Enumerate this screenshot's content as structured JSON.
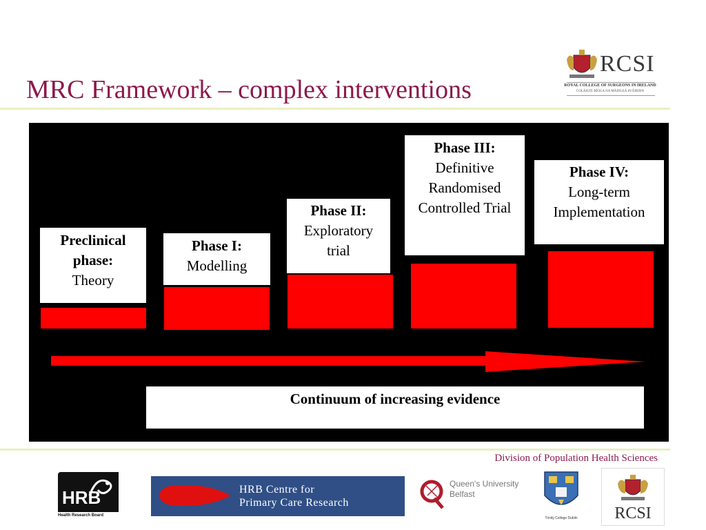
{
  "title": "MRC Framework – complex interventions",
  "logo": {
    "name": "RCSI",
    "line1": "ROYAL COLLEGE OF SURGEONS IN IRELAND",
    "line2": "COLÁISTE RÍOGA NA MÁINLEÁ IN ÉIRINN"
  },
  "colors": {
    "title": "#8c1a4b",
    "bars": "#ff0000",
    "panel": "#000000",
    "rule": "#e9efc2"
  },
  "phases": [
    {
      "heading": "Preclinical phase:",
      "body": "Theory"
    },
    {
      "heading": "Phase I:",
      "body": "Modelling"
    },
    {
      "heading": "Phase II:",
      "body": "Exploratory trial"
    },
    {
      "heading": "Phase III:",
      "body": "Definitive Randomised Controlled Trial"
    },
    {
      "heading": "Phase IV:",
      "body": "Long-term Implementation"
    }
  ],
  "arrow_caption": "Continuum of increasing evidence",
  "footer": {
    "division": "Division of Population Health Sciences",
    "logos": {
      "hrb": {
        "name": "HRB",
        "sub": "Health Research Board"
      },
      "hrb_centre": {
        "line1": "HRB Centre for",
        "line2": "Primary Care Research"
      },
      "qub": {
        "line1": "Queen's University",
        "line2": "Belfast"
      },
      "tcd": {
        "caption": "Trinity College Dublin"
      },
      "rcsi": {
        "name": "RCSI"
      }
    }
  }
}
